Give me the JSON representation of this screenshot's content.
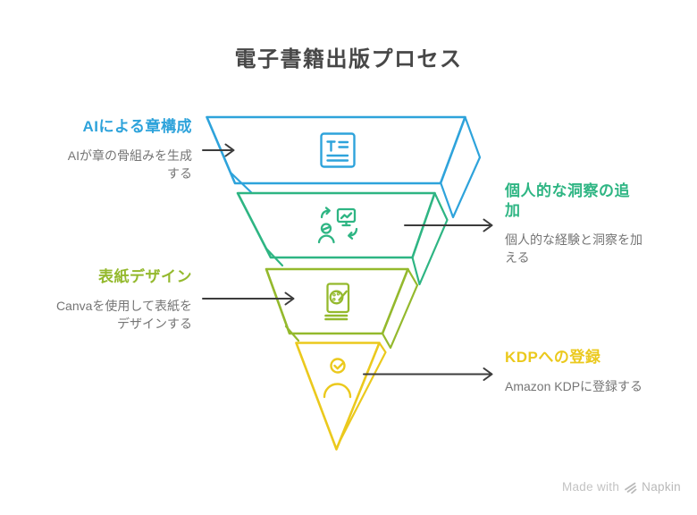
{
  "title": "電子書籍出版プロセス",
  "steps": [
    {
      "label": "AIによる章構成",
      "description": "AIが章の骨組みを生成する",
      "color": "#2EA3DB",
      "icon": "document-text-icon",
      "side": "left"
    },
    {
      "label": "個人的な洞察の追加",
      "description": "個人的な経験と洞察を加える",
      "color": "#2EB583",
      "icon": "person-sync-icon",
      "side": "right"
    },
    {
      "label": "表紙デザイン",
      "description": "Canvaを使用して表紙をデザインする",
      "color": "#94B92D",
      "icon": "palette-book-icon",
      "side": "left"
    },
    {
      "label": "KDPへの登録",
      "description": "Amazon KDPに登録する",
      "color": "#EBC91D",
      "icon": "person-check-icon",
      "side": "right"
    }
  ],
  "footer": {
    "made_with": "Made with",
    "brand": "Napkin"
  },
  "text_colors": {
    "title": "#474747",
    "description": "#757575",
    "arrow": "#3C3C3C",
    "footer": "#c3c3c3"
  }
}
